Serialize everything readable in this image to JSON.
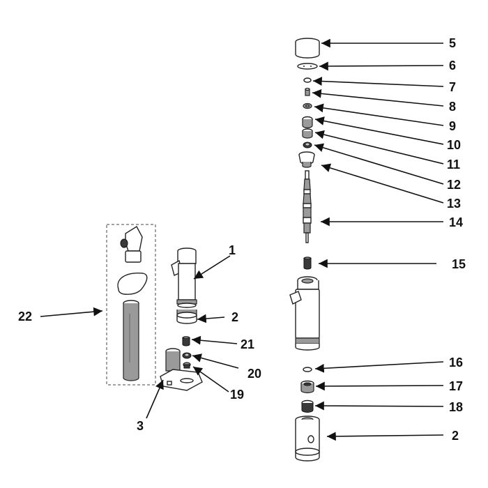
{
  "callouts": {
    "c1": "1",
    "c2a": "2",
    "c2b": "2",
    "c3": "3",
    "c5": "5",
    "c6": "6",
    "c7": "7",
    "c8": "8",
    "c9": "9",
    "c10": "10",
    "c11": "11",
    "c12": "12",
    "c13": "13",
    "c14": "14",
    "c15": "15",
    "c16": "16",
    "c17": "17",
    "c18": "18",
    "c19": "19",
    "c20": "20",
    "c21": "21",
    "c22": "22"
  }
}
